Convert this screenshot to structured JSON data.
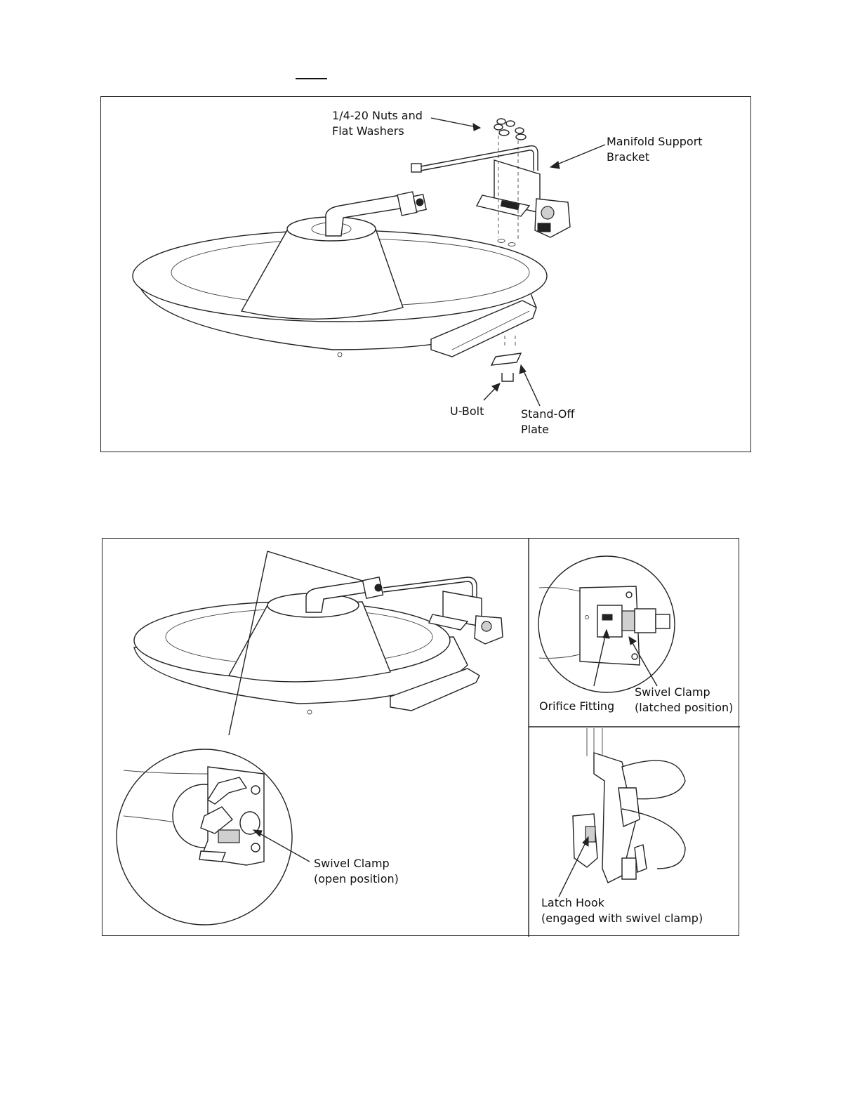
{
  "figure_top": {
    "labels": {
      "nuts": [
        "1/4-20 Nuts and",
        "Flat Washers"
      ],
      "bracket": [
        "Manifold Support",
        "Bracket"
      ],
      "ubolt": "U-Bolt",
      "standoff": [
        "Stand-Off",
        "Plate"
      ]
    }
  },
  "figure_bottom": {
    "labels": {
      "swivel_open": [
        "Swivel Clamp",
        "(open position)"
      ],
      "orifice": "Orifice Fitting",
      "swivel_latched": [
        "Swivel Clamp",
        "(latched position)"
      ],
      "latch_hook": [
        "Latch Hook",
        "(engaged with swivel clamp)"
      ]
    }
  }
}
